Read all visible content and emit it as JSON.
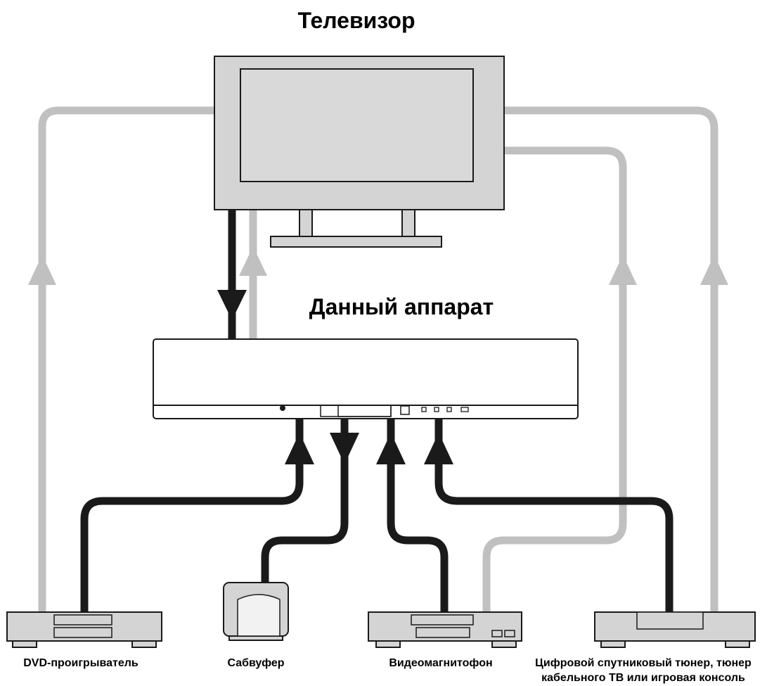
{
  "title": "Телевизор",
  "unit_label": "Данный аппарат",
  "devices": {
    "dvd": "DVD-проигрыватель",
    "subwoofer": "Сабвуфер",
    "vcr": "Видеомагнитофон",
    "tuner_line1": "Цифровой спутниковый тюнер, тюнер",
    "tuner_line2": "кабельного ТВ или игровая консоль"
  },
  "colors": {
    "gray_cable": "#c0c0c0",
    "black_cable": "#1a1a1a",
    "device_fill": "#d4d4d4",
    "screen_fill": "#d9d9d9"
  }
}
